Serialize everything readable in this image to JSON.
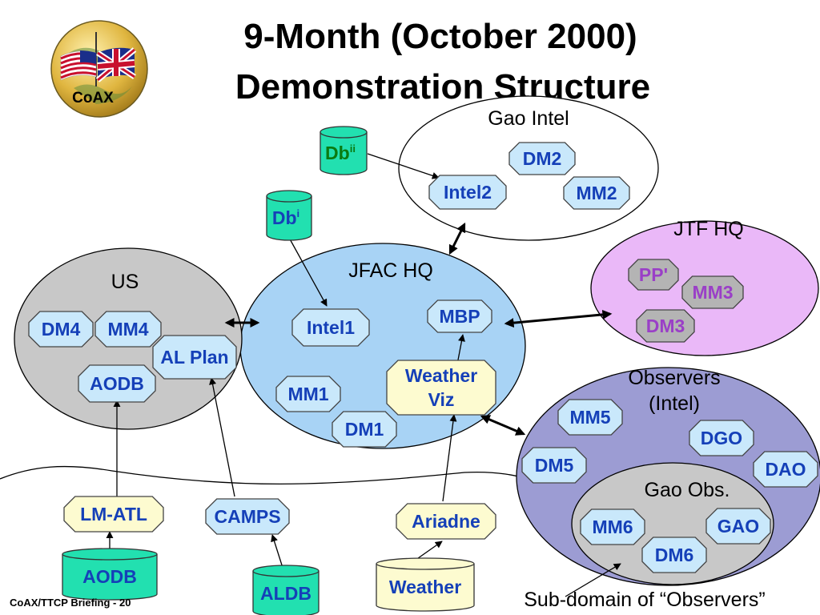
{
  "title": {
    "line1": "9-Month (October 2000)",
    "line2": "Demonstration Structure"
  },
  "logo": {
    "text": "CoAX",
    "icon": "globe-with-us-uk-flags-icon"
  },
  "colors": {
    "node_blue_fill": "#c9e8fb",
    "node_yellow_fill": "#fdfbd0",
    "node_gray_fill": "#b4b4b4",
    "node_text_blue": "#1540b8",
    "node_text_purple": "#9a3fc7",
    "db_fill": "#22e0b0",
    "db_yellow_fill": "#fdfbd0",
    "us_fill": "#c8c8c8",
    "jfac_fill": "#a8d3f5",
    "jtf_fill": "#eab8f8",
    "observers_fill": "#9c9cd3",
    "gao_obs_fill": "#c8c8c8",
    "gao_intel_fill": "#ffffff"
  },
  "regions": {
    "gao_intel": "Gao Intel",
    "jtf_hq": "JTF HQ",
    "jfac_hq": "JFAC HQ",
    "us": "US",
    "observers_line1": "Observers",
    "observers_line2": "(Intel)",
    "gao_obs": "Gao Obs."
  },
  "nodes": {
    "dm2": "DM2",
    "intel2": "Intel2",
    "mm2": "MM2",
    "pp": "PP'",
    "mm3": "MM3",
    "dm3": "DM3",
    "mbp": "MBP",
    "intel1": "Intel1",
    "weather_viz_line1": "Weather",
    "weather_viz_line2": "Viz",
    "mm1": "MM1",
    "dm1": "DM1",
    "dm4": "DM4",
    "mm4": "MM4",
    "al_plan": "AL Plan",
    "aodb_us": "AODB",
    "mm5": "MM5",
    "dgo": "DGO",
    "dm5": "DM5",
    "dao": "DAO",
    "mm6": "MM6",
    "gao": "GAO",
    "dm6": "DM6",
    "lm_atl": "LM-ATL",
    "camps": "CAMPS",
    "ariadne": "Ariadne"
  },
  "databases": {
    "db_ii": {
      "base": "Db",
      "sup": "ii"
    },
    "db_i": {
      "base": "Db",
      "sup": "i"
    },
    "aodb": "AODB",
    "aldb": "ALDB",
    "weather": "Weather"
  },
  "annotation": "Sub-domain of “Observers”",
  "footer": "CoAX/TTCP Briefing - 20"
}
